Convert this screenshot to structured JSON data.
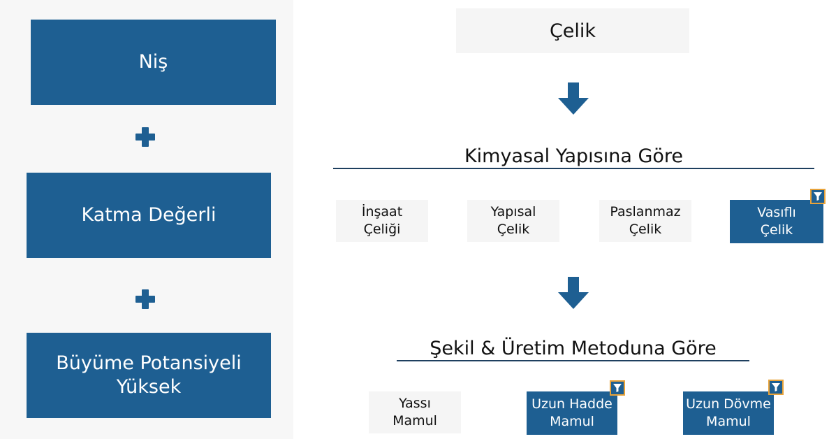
{
  "left": {
    "items": [
      {
        "label": "Niş"
      },
      {
        "label": "Katma Değerli"
      },
      {
        "label": "Büyüme Potansiyeli\nYüksek"
      }
    ]
  },
  "top_node": {
    "label": "Çelik"
  },
  "section1": {
    "title": "Kimyasal Yapısına Göre",
    "items": [
      {
        "label": "İnşaat\nÇeliği",
        "highlighted": false
      },
      {
        "label": "Yapısal\nÇelik",
        "highlighted": false
      },
      {
        "label": "Paslanmaz\nÇelik",
        "highlighted": false
      },
      {
        "label": "Vasıflı\nÇelik",
        "highlighted": true
      }
    ]
  },
  "section2": {
    "title": "Şekil & Üretim Metoduna Göre",
    "items": [
      {
        "label": "Yassı\nMamul",
        "highlighted": false
      },
      {
        "label": "Uzun Hadde\nMamul",
        "highlighted": true
      },
      {
        "label": "Uzun Dövme\nMamul",
        "highlighted": true
      }
    ]
  },
  "icons": {
    "plus": "plus-icon",
    "arrow": "arrow-down-icon",
    "filter": "filter-icon"
  },
  "colors": {
    "primary": "#1e5f92",
    "badge_border": "#e8a33a",
    "light_box": "#f5f5f5",
    "panel": "#f7f7f7"
  }
}
